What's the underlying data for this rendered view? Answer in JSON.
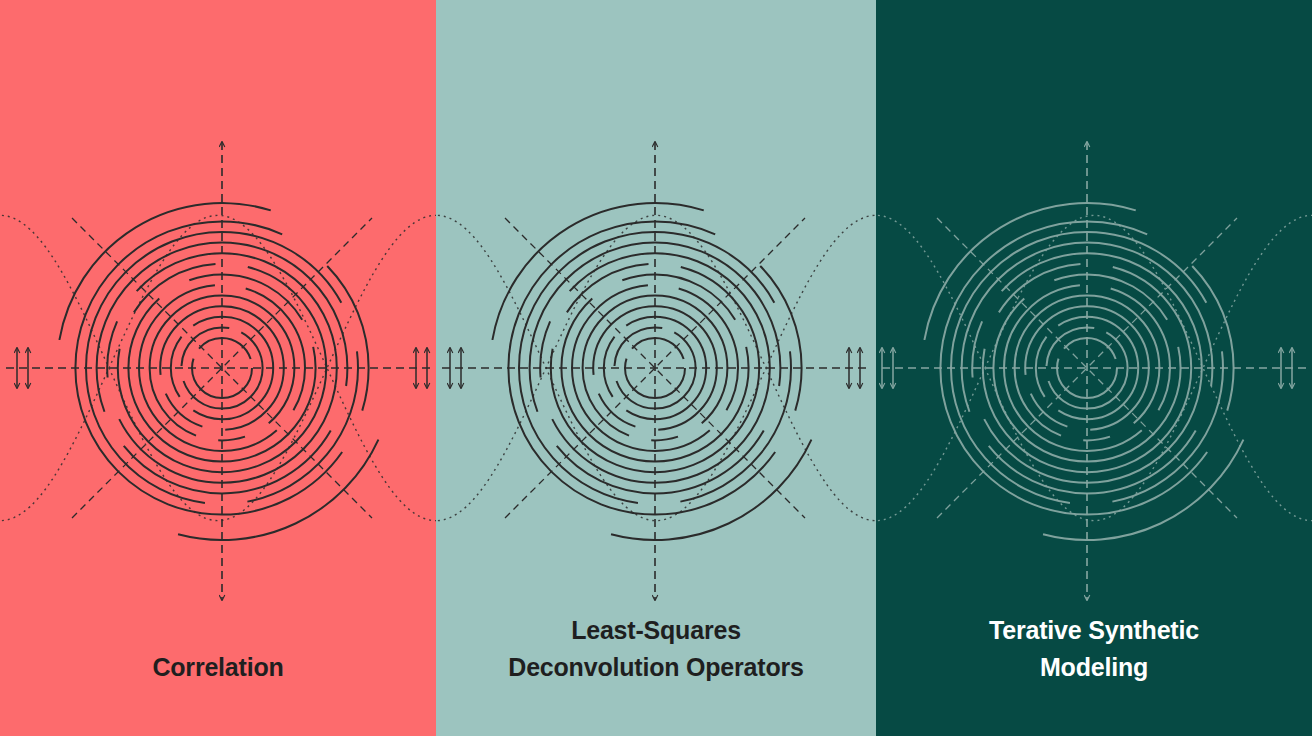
{
  "diagram": {
    "nodes": [
      {
        "text": [
          "Correlation"
        ]
      },
      {
        "text": [
          "Least-Squares Deconvolution Operators"
        ]
      },
      {
        "text": [
          "Terative Synthetic Modeling"
        ]
      }
    ]
  }
}
